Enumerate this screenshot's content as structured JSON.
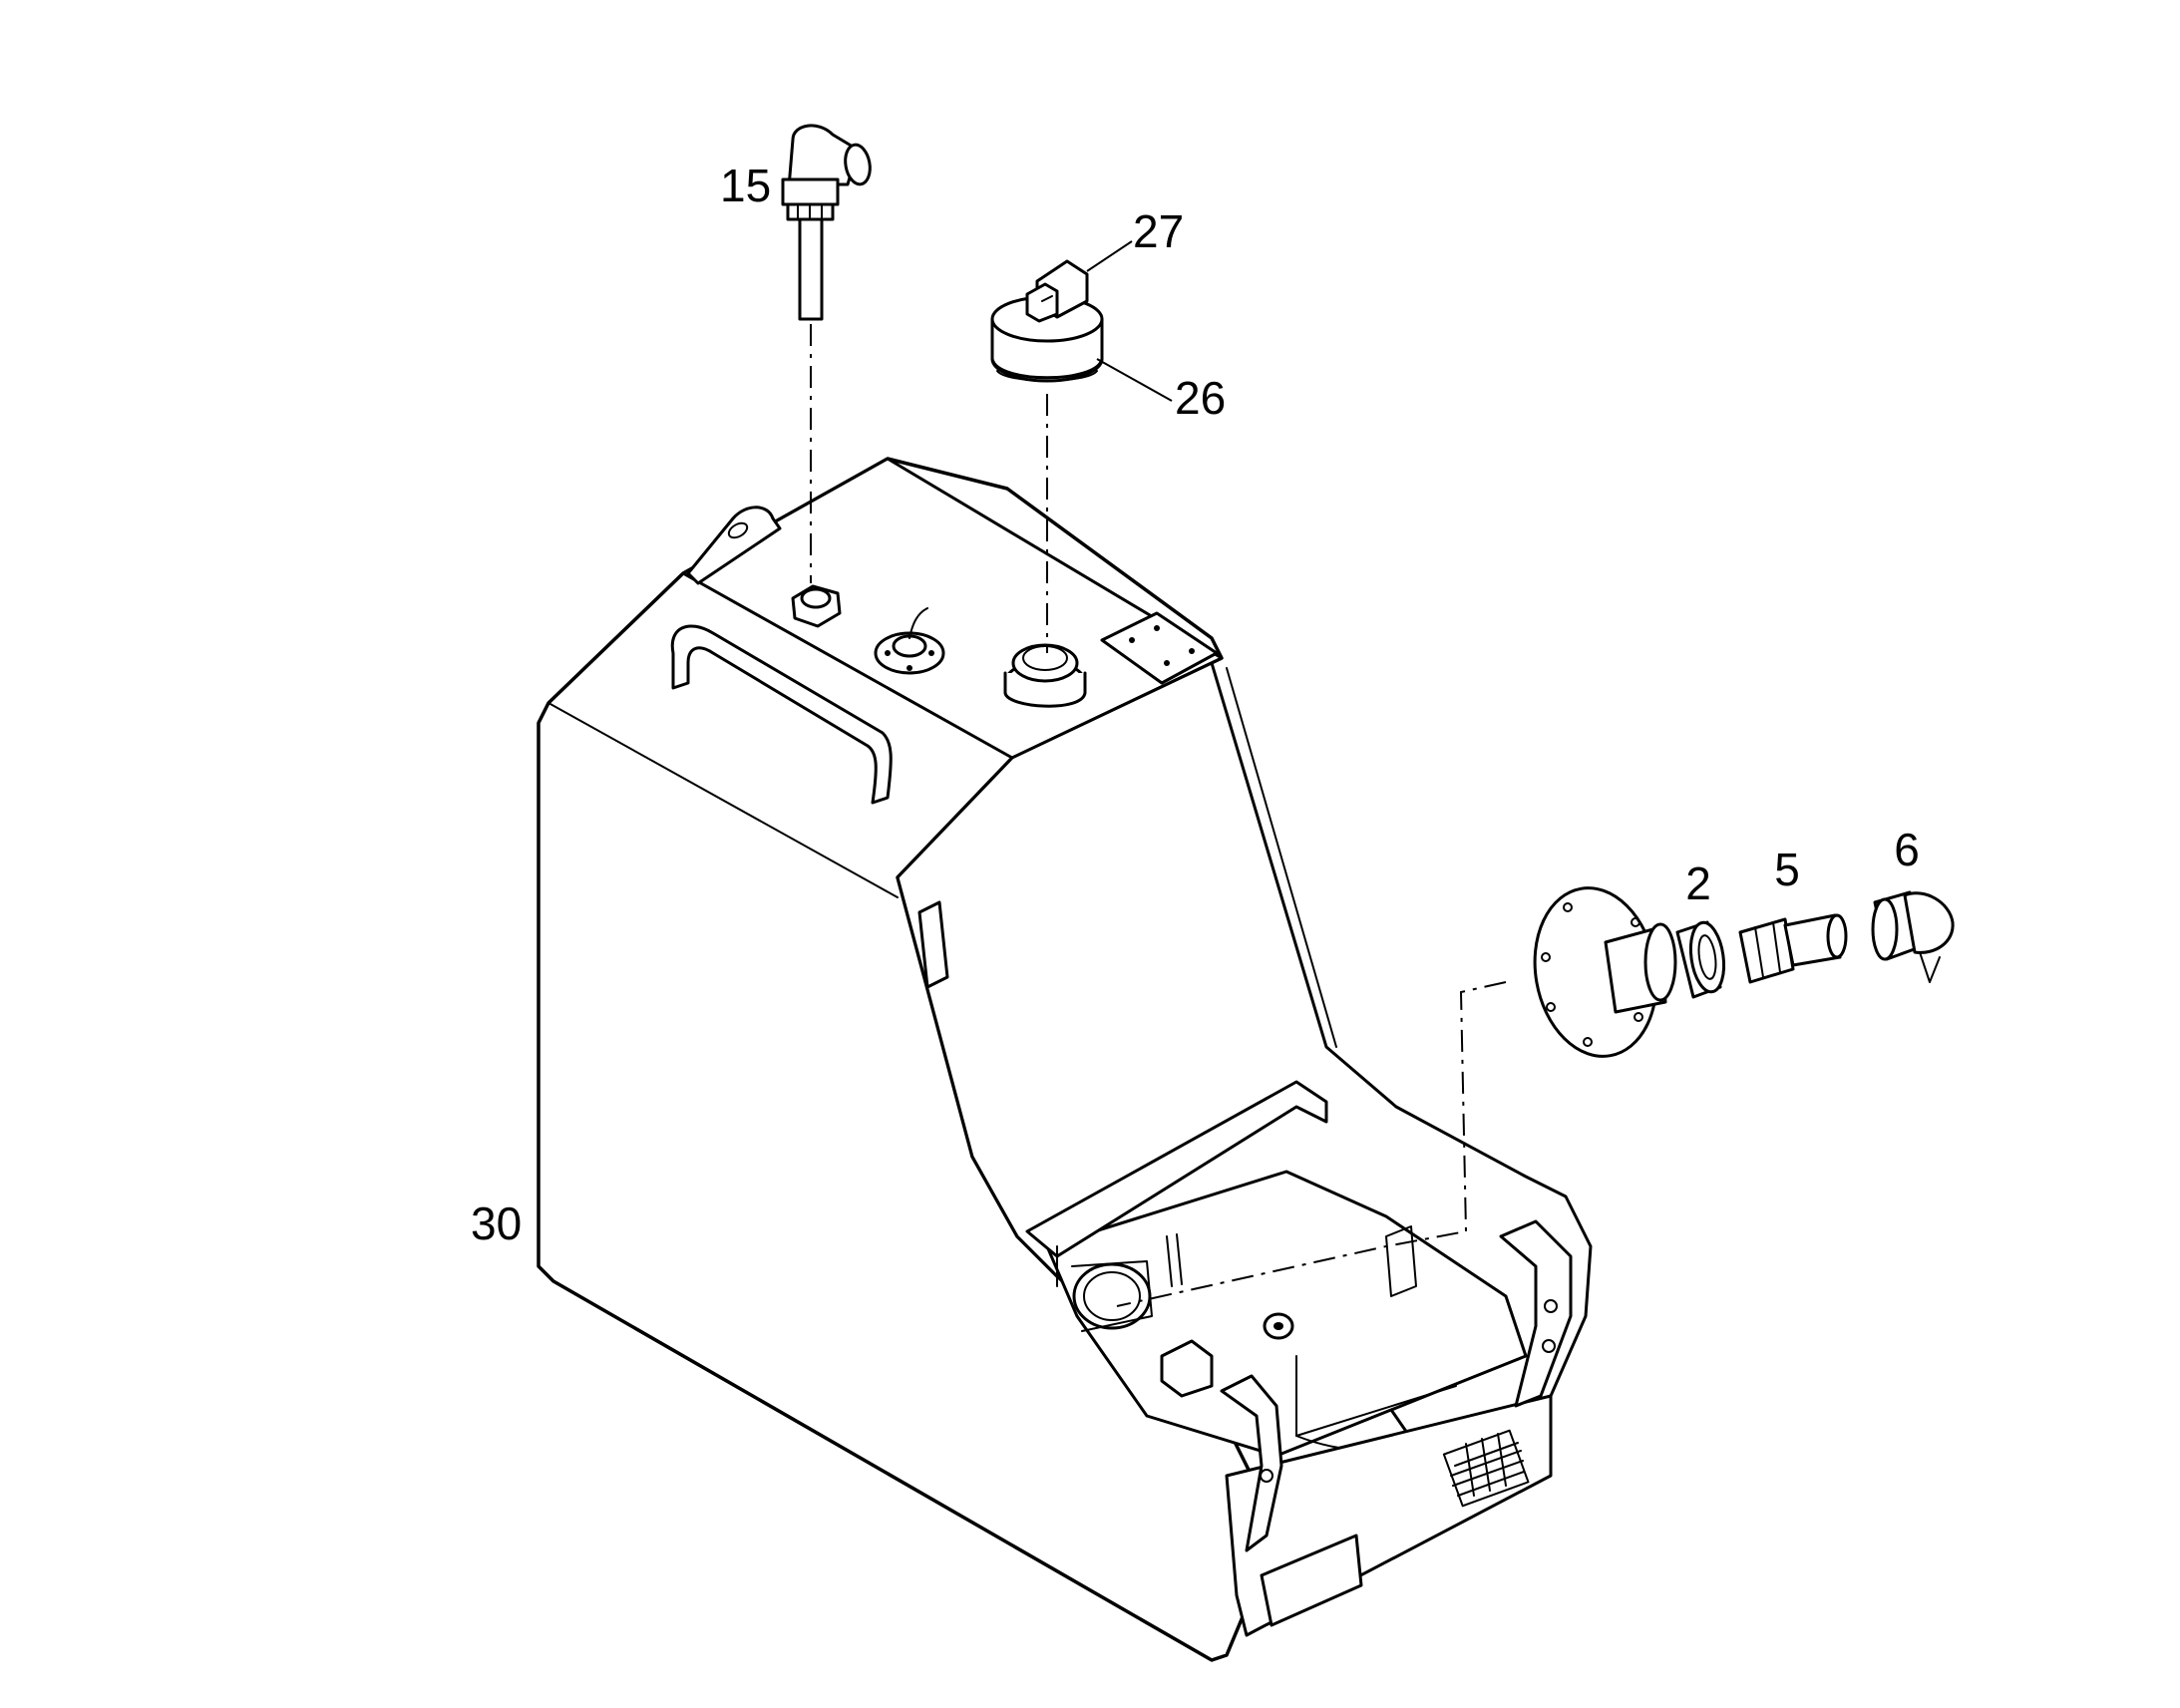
{
  "callouts": [
    {
      "id": "15",
      "label": "15"
    },
    {
      "id": "27",
      "label": "27"
    },
    {
      "id": "26",
      "label": "26"
    },
    {
      "id": "2",
      "label": "2"
    },
    {
      "id": "5",
      "label": "5"
    },
    {
      "id": "6",
      "label": "6"
    },
    {
      "id": "30",
      "label": "30"
    }
  ],
  "colors": {
    "line": "#000000",
    "background": "#ffffff"
  }
}
